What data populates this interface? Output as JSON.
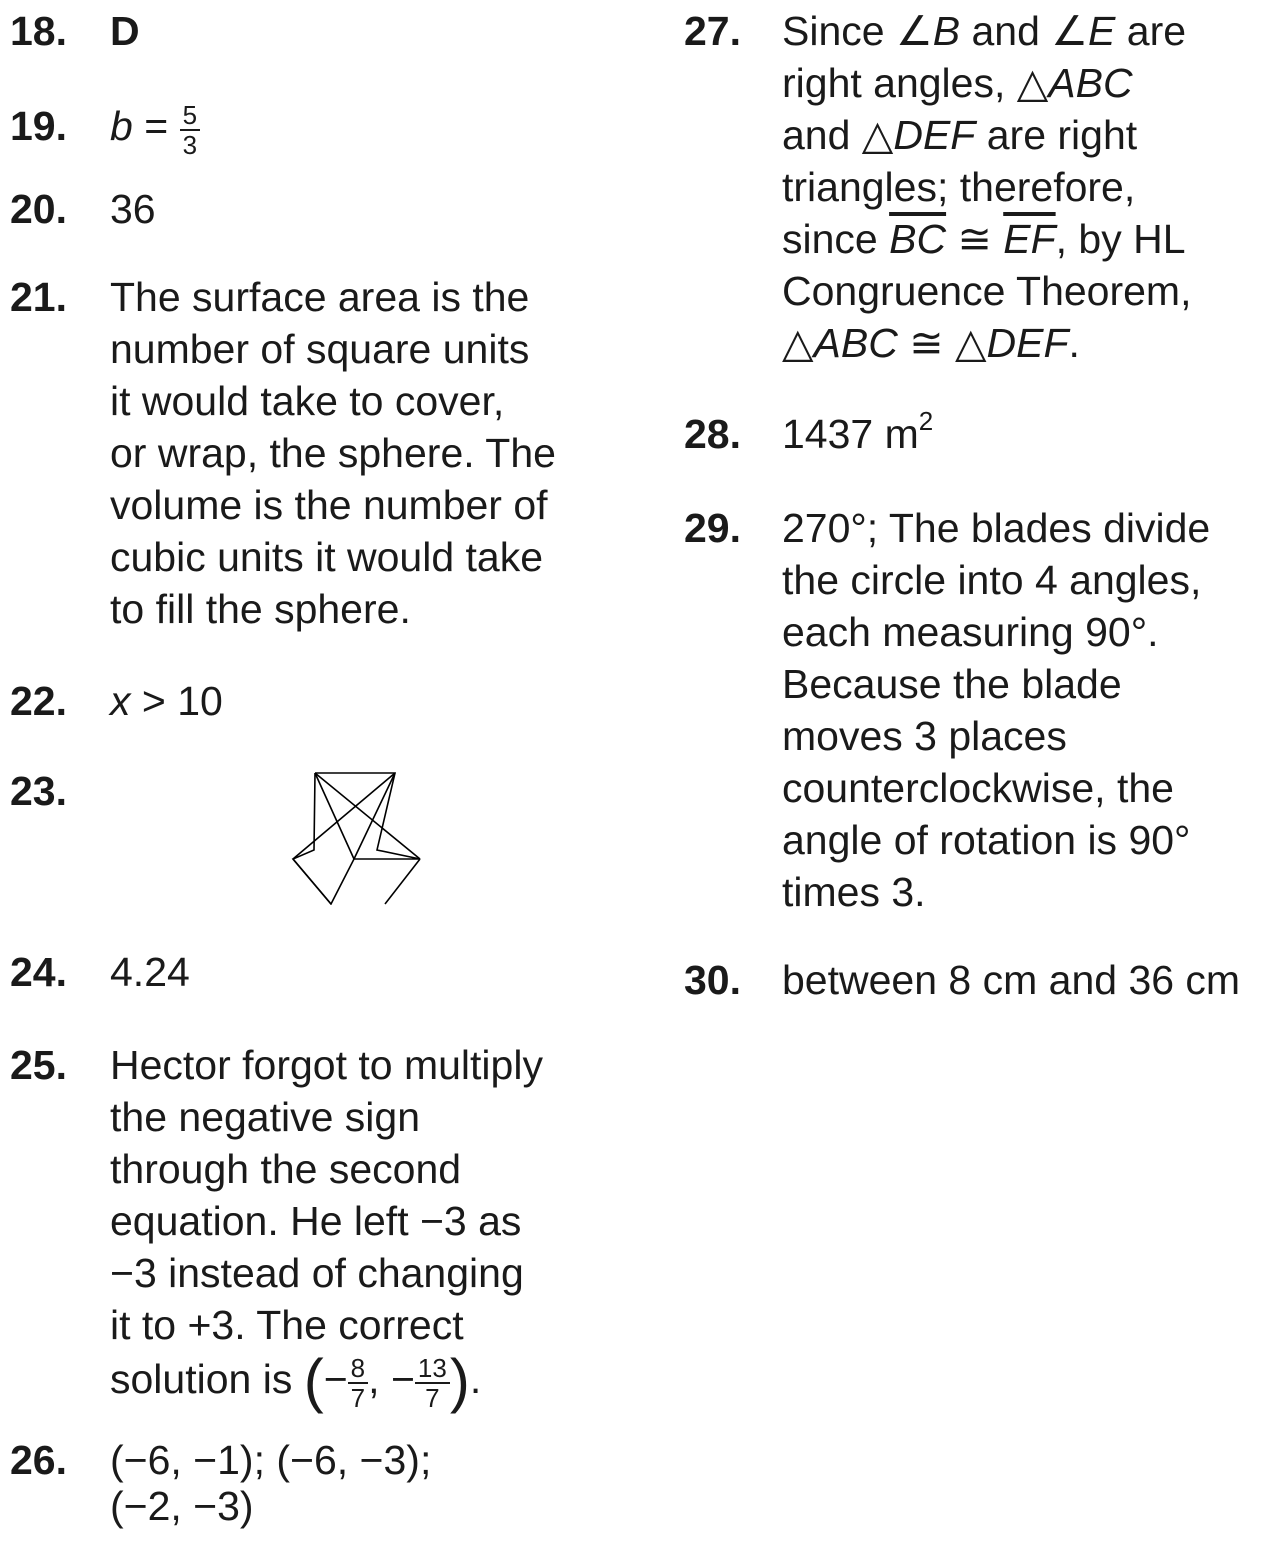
{
  "items": {
    "q18": {
      "num": "18.",
      "answer": "D"
    },
    "q19": {
      "num": "19.",
      "var": "b",
      "eq": "=",
      "frac_num": "5",
      "frac_den": "3"
    },
    "q20": {
      "num": "20.",
      "answer": "36"
    },
    "q21": {
      "num": "21.",
      "lines": [
        "The surface area is the",
        "number of square units",
        "it would take to cover,",
        "or wrap, the sphere. The",
        "volume is the number of",
        "cubic units it would take",
        "to fill the sphere."
      ]
    },
    "q22": {
      "num": "22.",
      "var": "x",
      "rest": "> 10"
    },
    "q23": {
      "num": "23."
    },
    "q24": {
      "num": "24.",
      "answer": "4.24"
    },
    "q25": {
      "num": "25.",
      "lines": [
        "Hector forgot to multiply",
        "the negative sign",
        "through the second",
        "equation. He left −3 as",
        "−3 instead of changing",
        "it to +3. The correct"
      ],
      "last_prefix": "solution is",
      "f1_sign": "−",
      "f1_num": "8",
      "f1_den": "7",
      "sep": ",",
      "f2_sign": "−",
      "f2_num": "13",
      "f2_den": "7",
      "end": "."
    },
    "q26": {
      "num": "26.",
      "lines": [
        "(−6, −1); (−6, −3);",
        "(−2, −3)"
      ]
    },
    "q27": {
      "num": "27.",
      "l1_a": "Since ∠",
      "l1_b": "B",
      "l1_c": " and ∠",
      "l1_d": "E",
      "l1_e": " are",
      "l2_a": "right angles, △",
      "l2_b": "ABC",
      "l3_a": "and △",
      "l3_b": "DEF",
      "l3_c": " are right",
      "l4": "triangles; therefore,",
      "l5_a": "since ",
      "l5_b": "BC",
      "l5_c": " ≅ ",
      "l5_d": "EF",
      "l5_e": ", by HL",
      "l6": "Congruence Theorem,",
      "l7_a": "△",
      "l7_b": "ABC",
      "l7_c": " ≅ △",
      "l7_d": "DEF",
      "l7_e": "."
    },
    "q28": {
      "num": "28.",
      "answer": "1437 m",
      "sup": "2"
    },
    "q29": {
      "num": "29.",
      "lines": [
        "270°; The blades divide",
        "the circle into 4 angles,",
        "each measuring 90°.",
        "Because the blade",
        "moves 3 places",
        "counterclockwise, the",
        "angle of rotation is 90°",
        "times 3."
      ]
    },
    "q30": {
      "num": "30.",
      "answer": "between 8 cm and 36 cm"
    }
  }
}
